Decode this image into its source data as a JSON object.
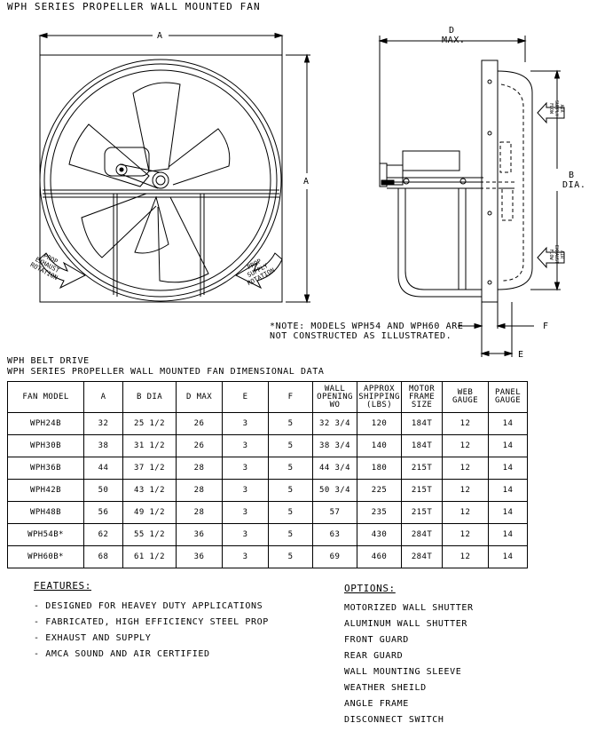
{
  "title": "WPH SERIES PROPELLER WALL MOUNTED FAN",
  "front_view": {
    "dim_a_top": "A",
    "dim_a_side": "A",
    "left_arrow_text": [
      "PROP",
      "EXHAUST",
      "ROTATION"
    ],
    "right_arrow_text": [
      "PROP",
      "SUPPLY",
      "ROTATION"
    ]
  },
  "side_view": {
    "dim_d": "D",
    "dim_d_max": "MAX.",
    "dim_b": "B",
    "dim_b_dia": "DIA.",
    "dim_f": "F",
    "dim_e": "E",
    "air_supply": [
      "AIR",
      "SUPPLY",
      "FLOW"
    ],
    "air_exhaust": [
      "AIR",
      "EXHAUST",
      "FLOW"
    ]
  },
  "note": [
    "*NOTE: MODELS WPH54 AND WPH60 ARE",
    "NOT CONSTRUCTED AS ILLUSTRATED."
  ],
  "table_caption": [
    "WPH BELT DRIVE",
    "WPH SERIES PROPELLER WALL MOUNTED FAN DIMENSIONAL DATA"
  ],
  "table": {
    "headers": [
      [
        "FAN MODEL"
      ],
      [
        "A"
      ],
      [
        "B DIA"
      ],
      [
        "D MAX"
      ],
      [
        "E"
      ],
      [
        "F"
      ],
      [
        "WALL",
        "OPENING",
        "WO"
      ],
      [
        "APPROX",
        "SHIPPING",
        "(LBS)"
      ],
      [
        "MOTOR",
        "FRAME",
        "SIZE"
      ],
      [
        "WEB",
        "GAUGE"
      ],
      [
        "PANEL",
        "GAUGE"
      ]
    ],
    "rows": [
      [
        "WPH24B",
        "32",
        "25 1/2",
        "26",
        "3",
        "5",
        "32 3/4",
        "120",
        "184T",
        "12",
        "14"
      ],
      [
        "WPH30B",
        "38",
        "31 1/2",
        "26",
        "3",
        "5",
        "38 3/4",
        "140",
        "184T",
        "12",
        "14"
      ],
      [
        "WPH36B",
        "44",
        "37 1/2",
        "28",
        "3",
        "5",
        "44 3/4",
        "180",
        "215T",
        "12",
        "14"
      ],
      [
        "WPH42B",
        "50",
        "43 1/2",
        "28",
        "3",
        "5",
        "50 3/4",
        "225",
        "215T",
        "12",
        "14"
      ],
      [
        "WPH48B",
        "56",
        "49 1/2",
        "28",
        "3",
        "5",
        "57",
        "235",
        "215T",
        "12",
        "14"
      ],
      [
        "WPH54B*",
        "62",
        "55 1/2",
        "36",
        "3",
        "5",
        "63",
        "430",
        "284T",
        "12",
        "14"
      ],
      [
        "WPH60B*",
        "68",
        "61 1/2",
        "36",
        "3",
        "5",
        "69",
        "460",
        "284T",
        "12",
        "14"
      ]
    ]
  },
  "features": {
    "heading": "FEATURES:",
    "items": [
      "- DESIGNED FOR HEAVEY DUTY APPLICATIONS",
      "- FABRICATED, HIGH EFFICIENCY STEEL PROP",
      "- EXHAUST AND SUPPLY",
      "- AMCA SOUND AND AIR CERTIFIED"
    ]
  },
  "options": {
    "heading": "OPTIONS:",
    "items": [
      "MOTORIZED WALL SHUTTER",
      "ALUMINUM WALL SHUTTER",
      "FRONT GUARD",
      "REAR GUARD",
      "WALL MOUNTING SLEEVE",
      "WEATHER SHEILD",
      "ANGLE FRAME",
      "DISCONNECT SWITCH"
    ]
  }
}
